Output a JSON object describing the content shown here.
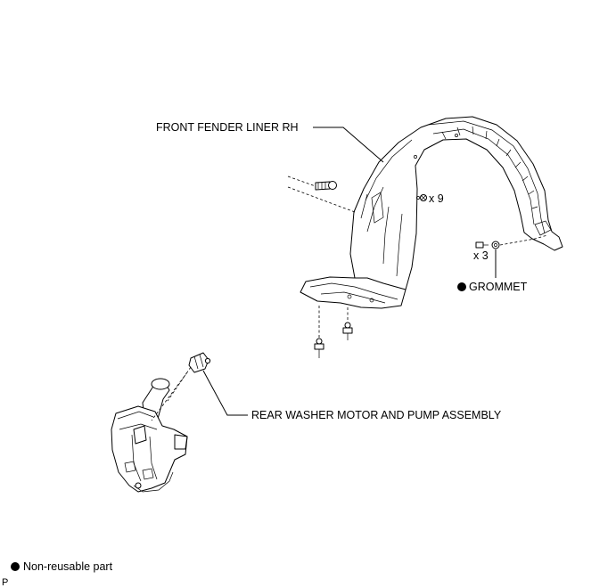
{
  "labels": {
    "fender_liner": "FRONT FENDER LINER RH",
    "clip_qty": "x 9",
    "screw_qty": "x 3",
    "grommet": "GROMMET",
    "washer_motor": "REAR WASHER MOTOR AND PUMP ASSEMBLY"
  },
  "legend": {
    "non_reusable": "Non-reusable part"
  },
  "corner_mark": "P",
  "colors": {
    "line": "#000000",
    "background": "#ffffff"
  }
}
